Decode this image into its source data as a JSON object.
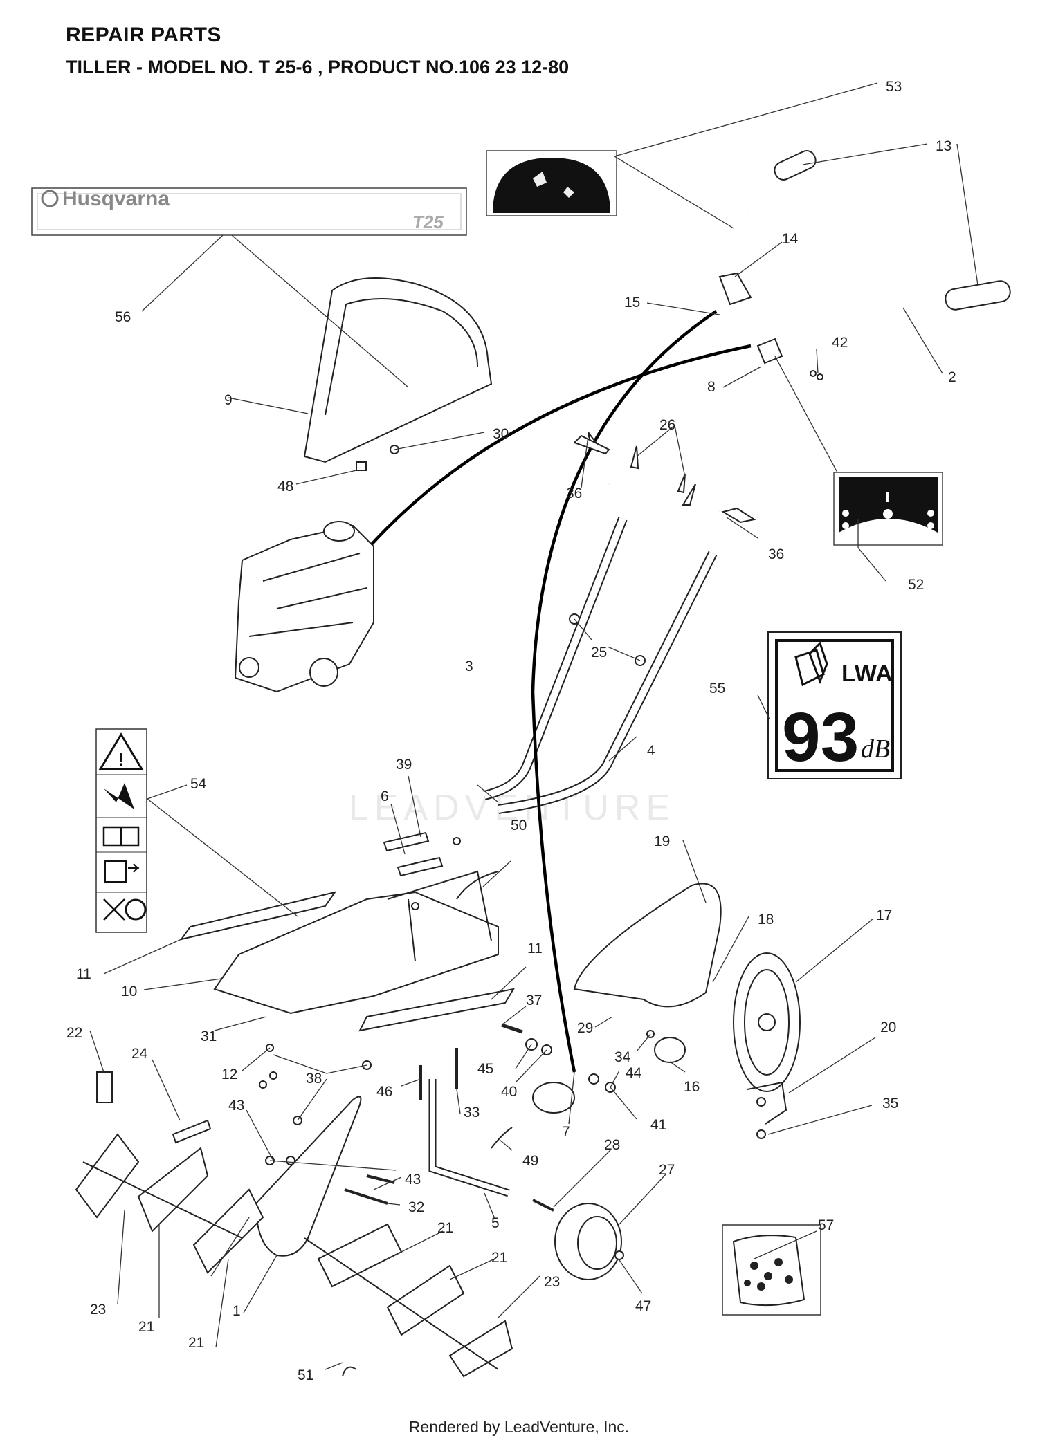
{
  "header": {
    "title": "REPAIR PARTS",
    "subtitle": "TILLER - MODEL NO. T 25-6 , PRODUCT NO.106 23 12-80"
  },
  "decals": {
    "brand": "Husqvarna",
    "model": "T25",
    "sound_unit": "LWA",
    "sound_value": "93",
    "sound_db": "dB"
  },
  "watermark": "LEADVENTURE",
  "footer": "Rendered by LeadVenture, Inc.",
  "callouts": [
    "53",
    "13",
    "14",
    "15",
    "2",
    "42",
    "8",
    "56",
    "9",
    "30",
    "48",
    "26",
    "36",
    "36",
    "52",
    "25",
    "3",
    "4",
    "55",
    "54",
    "39",
    "6",
    "50",
    "19",
    "18",
    "17",
    "11",
    "11",
    "10",
    "37",
    "29",
    "31",
    "12",
    "38",
    "22",
    "24",
    "43",
    "45",
    "40",
    "44",
    "34",
    "16",
    "20",
    "35",
    "46",
    "33",
    "41",
    "7",
    "49",
    "28",
    "27",
    "5",
    "43",
    "32",
    "57",
    "21",
    "21",
    "21",
    "23",
    "23",
    "21",
    "47",
    "1",
    "51"
  ],
  "colors": {
    "ink": "#222222",
    "decal_dark": "#111111"
  }
}
